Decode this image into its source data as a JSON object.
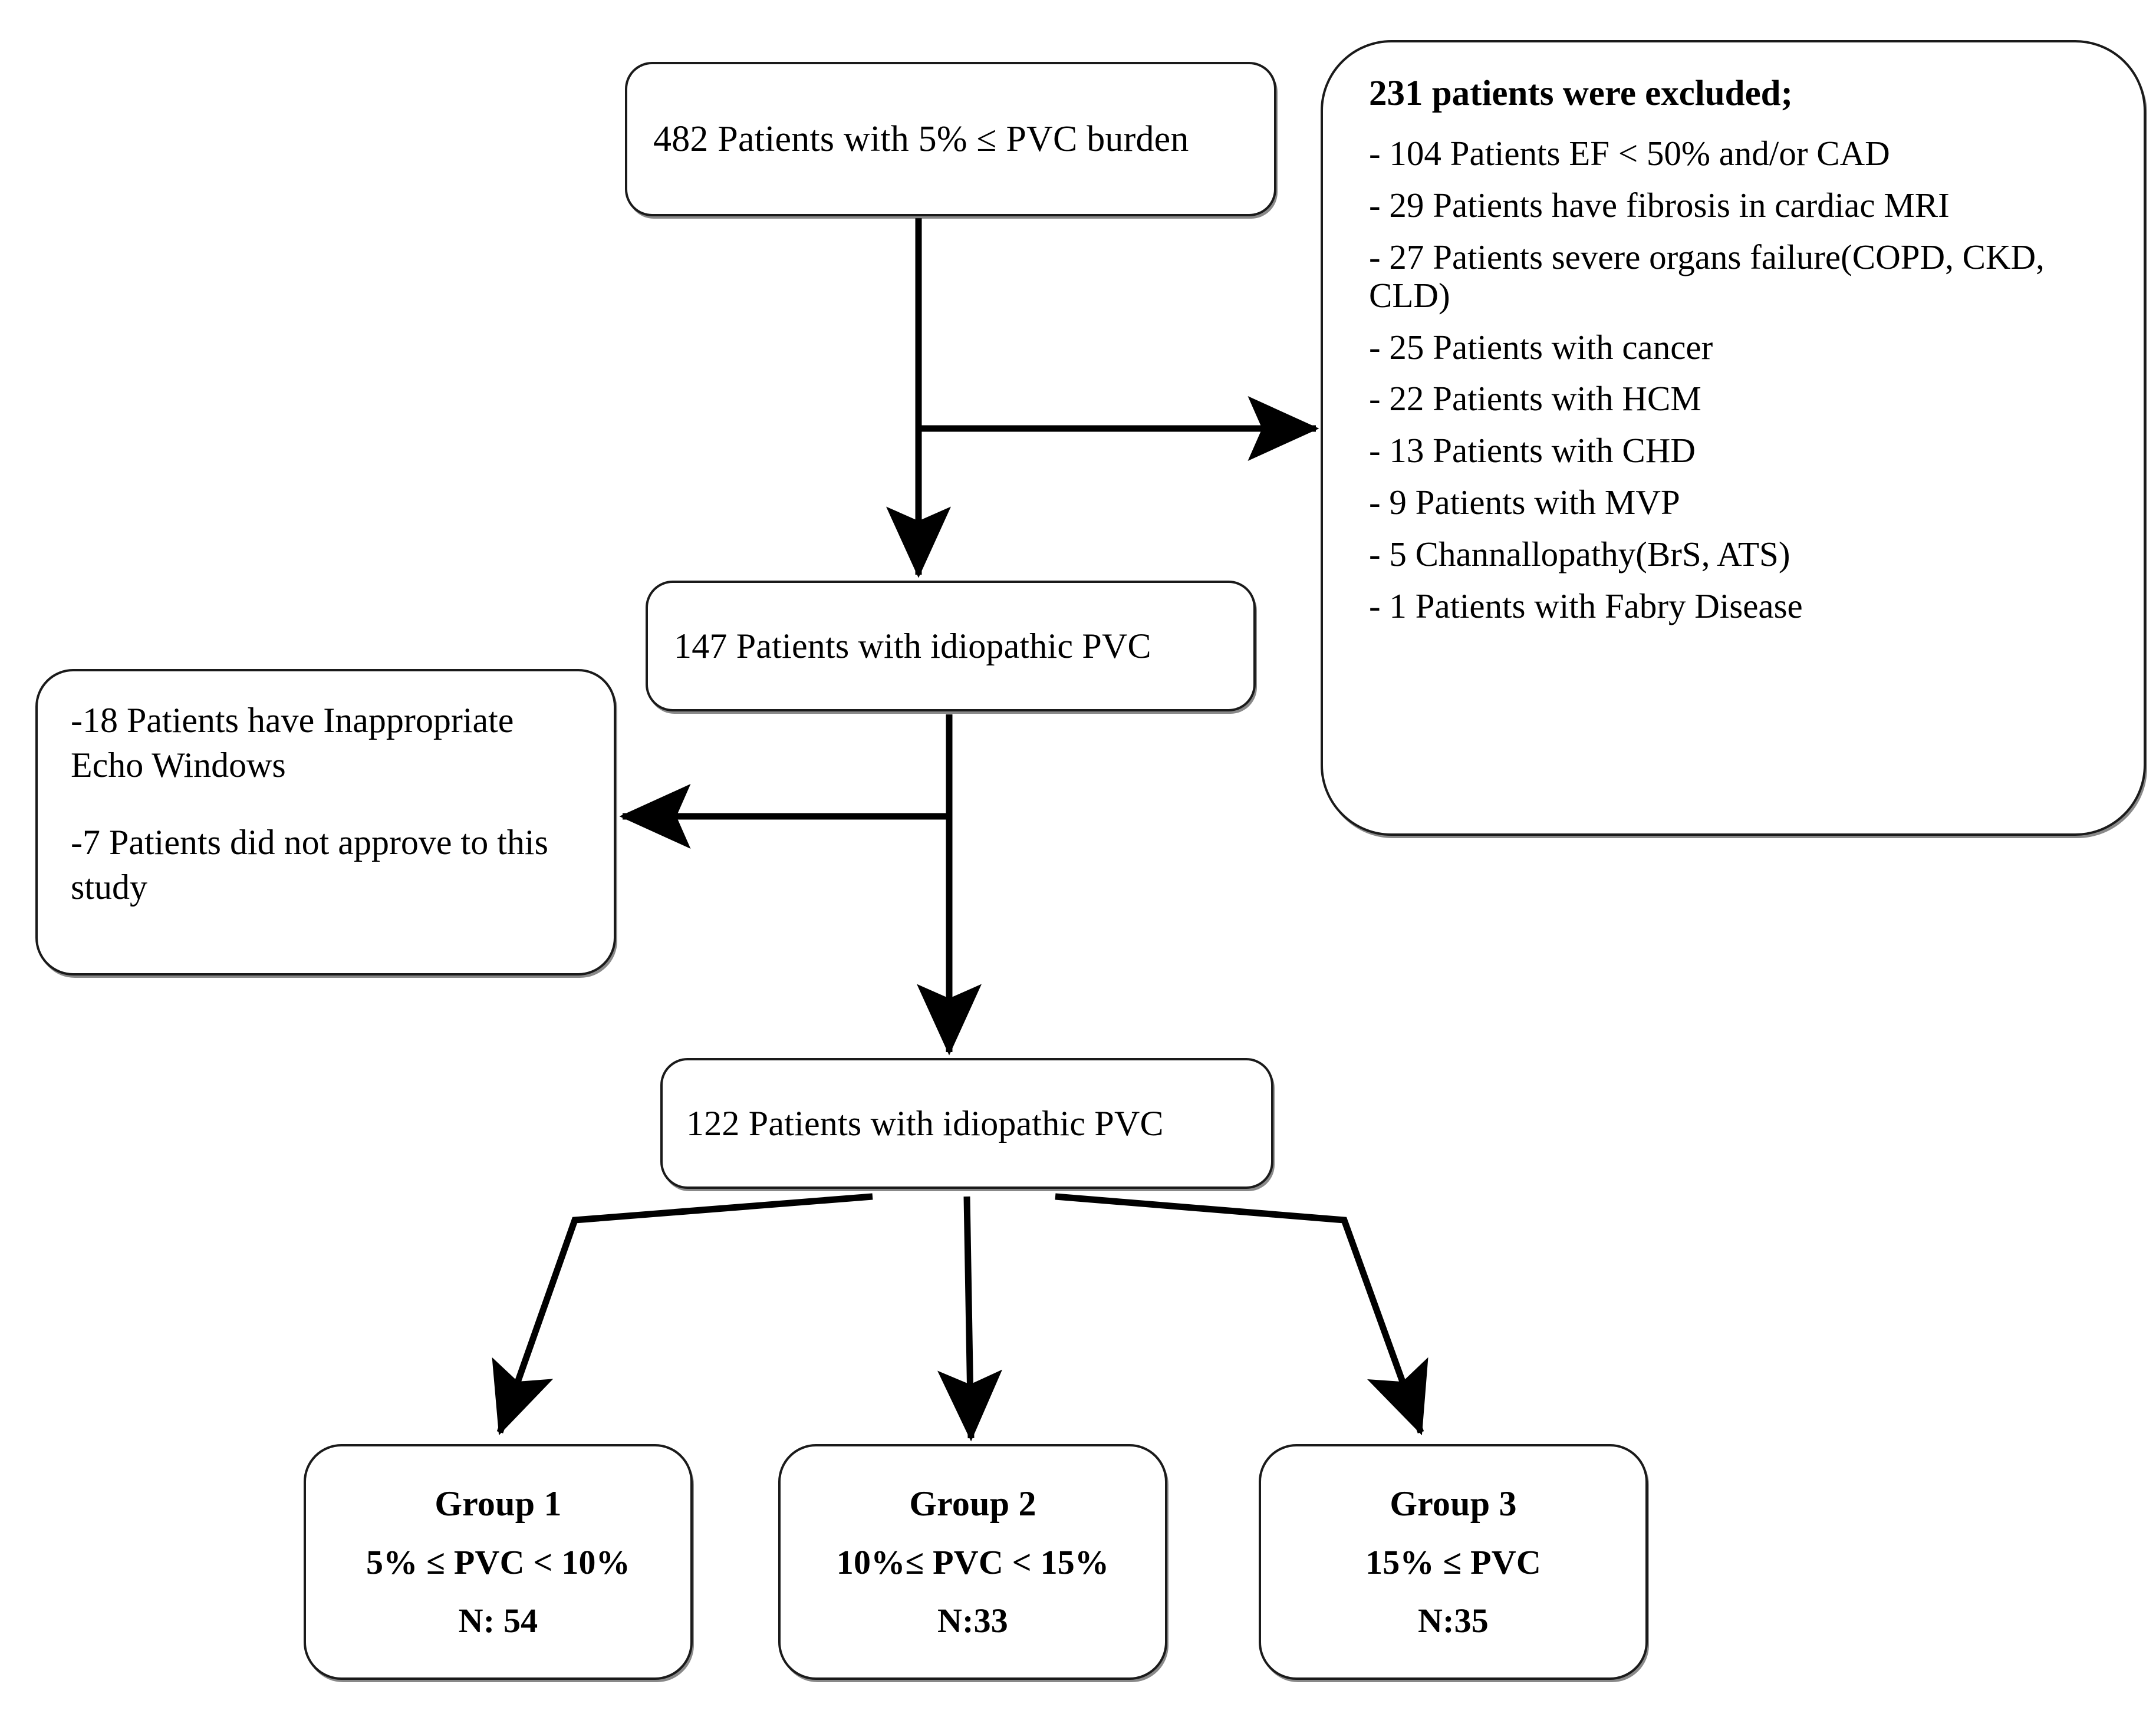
{
  "diagram": {
    "title": "PVC patient selection flow chart",
    "accent_color": "#1a1a1a",
    "background": "#ffffff"
  },
  "nodes": {
    "cohort": {
      "label": "482 Patients with  5% ≤ PVC burden"
    },
    "excluded": {
      "header": "231 patients were excluded;",
      "items": [
        "- 104 Patients EF < 50% and/or CAD",
        "- 29 Patients have fibrosis in cardiac MRI",
        "- 27 Patients severe organs failure(COPD, CKD, CLD)",
        "- 25 Patients with cancer",
        "- 22 Patients with HCM",
        "- 13 Patients with CHD",
        "- 9 Patients with MVP",
        "- 5 Channallopathy(BrS, ATS)",
        "- 1 Patients with Fabry Disease"
      ]
    },
    "idiopathic_147": {
      "label": "147 Patients with idiopathic PVC"
    },
    "dropouts": {
      "reason_1": "-18 Patients have Inappropriate Echo Windows",
      "reason_2": "-7 Patients did not approve to this study"
    },
    "idiopathic_122": {
      "label": "122 Patients with idiopathic PVC"
    },
    "groups": [
      {
        "title": "Group 1",
        "criteria": "5% ≤ PVC < 10%",
        "count": "N: 54"
      },
      {
        "title": "Group 2",
        "criteria": "10%≤ PVC < 15%",
        "count": "N:33"
      },
      {
        "title": "Group 3",
        "criteria": "15% ≤ PVC",
        "count": "N:35"
      }
    ]
  },
  "edges": [
    {
      "from": "cohort",
      "to": "excluded",
      "direction": "right"
    },
    {
      "from": "cohort",
      "to": "idiopathic_147",
      "direction": "down"
    },
    {
      "from": "idiopathic_147",
      "to": "dropouts",
      "direction": "left"
    },
    {
      "from": "idiopathic_147",
      "to": "idiopathic_122",
      "direction": "down"
    },
    {
      "from": "idiopathic_122",
      "to": "group1",
      "direction": "down-left"
    },
    {
      "from": "idiopathic_122",
      "to": "group2",
      "direction": "down"
    },
    {
      "from": "idiopathic_122",
      "to": "group3",
      "direction": "down-right"
    }
  ]
}
